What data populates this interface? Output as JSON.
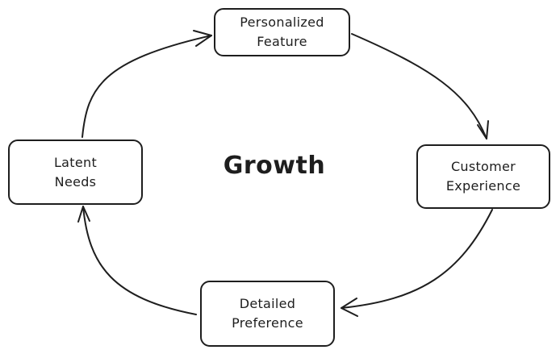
{
  "diagram": {
    "center_label": "Growth",
    "nodes": {
      "personalized_feature": {
        "line1": "Personalized",
        "line2": "Feature"
      },
      "customer_experience": {
        "line1": "Customer",
        "line2": "Experience"
      },
      "detailed_preference": {
        "line1": "Detailed",
        "line2": "Preference"
      },
      "latent_needs": {
        "line1": "Latent",
        "line2": "Needs"
      }
    },
    "edges": [
      {
        "from": "Latent Needs",
        "to": "Personalized Feature"
      },
      {
        "from": "Personalized Feature",
        "to": "Customer Experience"
      },
      {
        "from": "Customer Experience",
        "to": "Detailed Preference"
      },
      {
        "from": "Detailed Preference",
        "to": "Latent Needs"
      }
    ],
    "stroke_color": "#1e1e1e"
  }
}
